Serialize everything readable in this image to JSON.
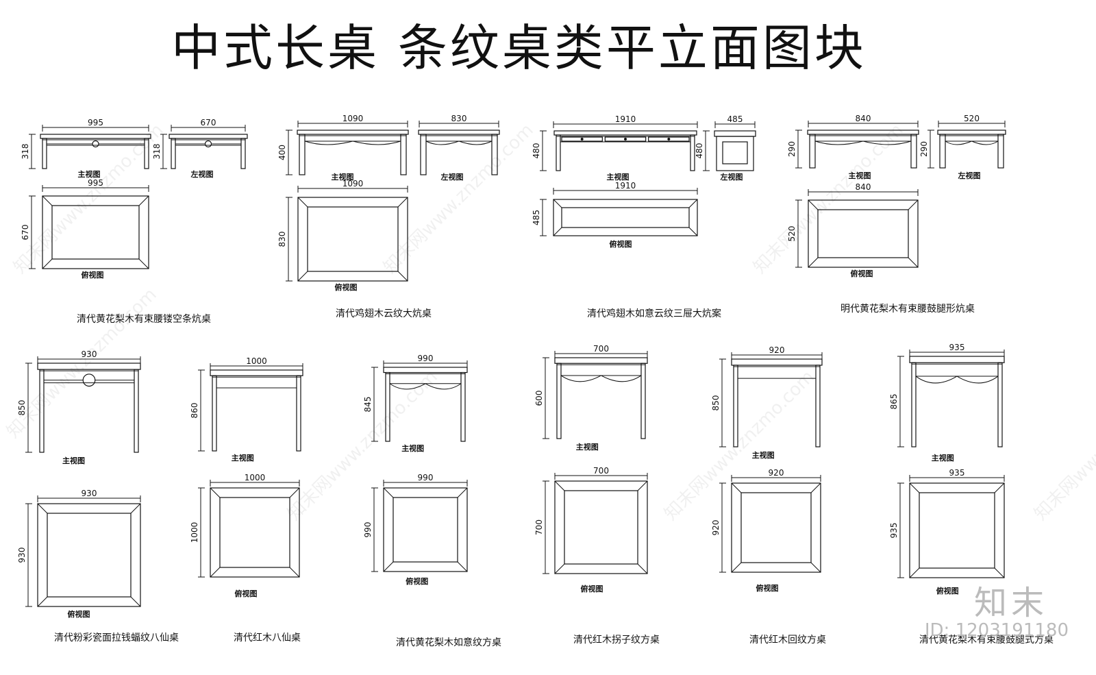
{
  "title": "中式长桌 条纹桌类平立面图块",
  "labels": {
    "front": "主视图",
    "side": "左视图",
    "top": "俯视图"
  },
  "watermark": "知末网www.znzmo.com",
  "brand": "知末",
  "id_text": "ID: 1203191180",
  "row1": [
    {
      "name": "清代黄花梨木有束腰镂空条炕桌",
      "front_w": "995",
      "front_h": "318",
      "side_w": "670",
      "side_h": "318",
      "top_w": "995",
      "top_h": "670"
    },
    {
      "name": "清代鸡翅木云纹大炕桌",
      "front_w": "1090",
      "front_h": "400",
      "side_w": "830",
      "top_w": "1090",
      "top_h": "830"
    },
    {
      "name": "清代鸡翅木如意云纹三屉大炕案",
      "front_w": "1910",
      "front_h": "480",
      "side_w": "485",
      "side_h": "480",
      "top_w": "1910",
      "top_h": "485"
    },
    {
      "name": "明代黄花梨木有束腰鼓腿形炕桌",
      "front_w": "840",
      "front_h": "290",
      "side_w": "520",
      "side_h": "290",
      "top_w": "840",
      "top_h": "520"
    }
  ],
  "row2": [
    {
      "name": "清代粉彩瓷面拉钱蝠纹八仙桌",
      "front_w": "930",
      "front_h": "850",
      "top_w": "930",
      "top_h": "930"
    },
    {
      "name": "清代红木八仙桌",
      "front_w": "1000",
      "front_h": "860",
      "top_w": "1000",
      "top_h": "1000"
    },
    {
      "name": "清代黄花梨木如意纹方桌",
      "front_w": "990",
      "front_h": "845",
      "top_w": "990",
      "top_h": "990"
    },
    {
      "name": "清代红木拐子纹方桌",
      "front_w": "700",
      "front_h": "600",
      "top_w": "700",
      "top_h": "700"
    },
    {
      "name": "清代红木回纹方桌",
      "front_w": "920",
      "front_h": "850",
      "top_w": "920",
      "top_h": "920"
    },
    {
      "name": "清代黄花梨木有束腰鼓腿式方桌",
      "front_w": "935",
      "front_h": "865",
      "top_w": "935",
      "top_h": "935"
    }
  ]
}
